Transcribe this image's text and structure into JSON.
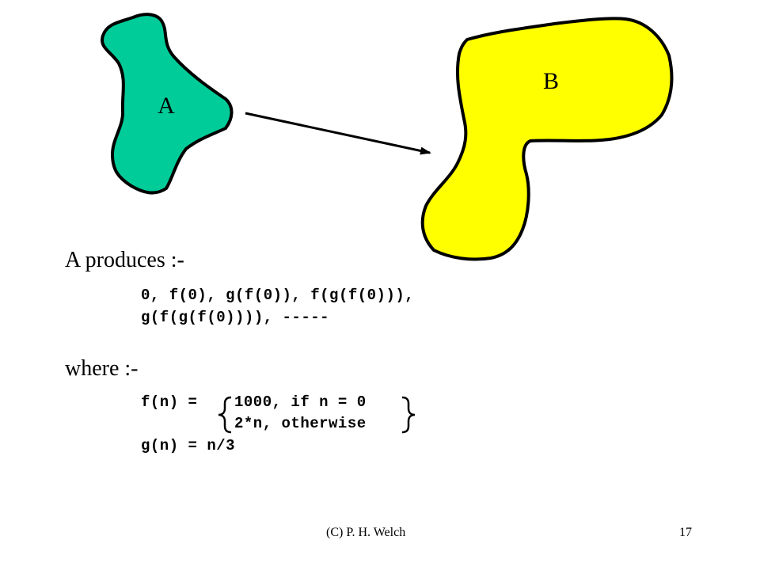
{
  "diagram": {
    "process_a_label": "A",
    "process_b_label": "B",
    "colors": {
      "process_a_fill": "#00cc99",
      "process_b_fill": "#ffff00",
      "outline": "#000000"
    }
  },
  "produces": {
    "heading": "A produces :-",
    "line1": "0, f(0), g(f(0)), f(g(f(0))),",
    "line2": "g(f(g(f(0)))), -----"
  },
  "where": {
    "heading": "where :-",
    "f_lhs": "f(n) =",
    "f_case1": "1000, if n = 0",
    "f_case2": "2*n, otherwise",
    "g_def": "g(n) = n/3"
  },
  "footer": {
    "credit": "(C) P. H. Welch",
    "page_number": "17"
  }
}
